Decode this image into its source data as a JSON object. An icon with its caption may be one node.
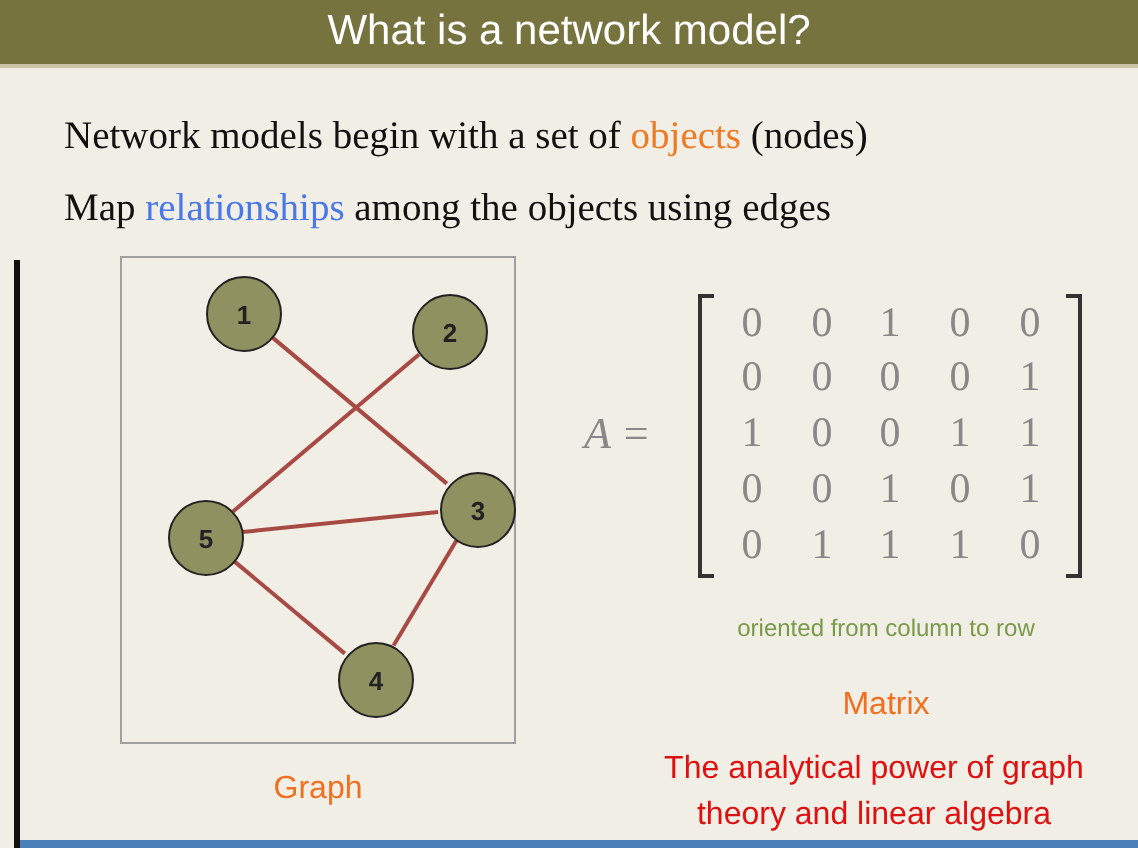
{
  "diagram": {
    "title": "What is a network model?",
    "nodes": [
      {
        "text": [],
        "shape": "box",
        "beside": [
          "Graph"
        ]
      },
      {
        "text": [
          "1"
        ],
        "in": 0
      },
      {
        "text": [
          "2"
        ],
        "in": 0
      },
      {
        "text": [
          "3"
        ],
        "in": 0
      },
      {
        "text": [
          "4"
        ],
        "in": 0
      },
      {
        "text": [
          "5"
        ],
        "in": 0
      }
    ],
    "edges": [
      {
        "from": 1,
        "to": 3,
        "arrow": "none"
      },
      {
        "from": 2,
        "to": 5,
        "arrow": "none"
      },
      {
        "from": 5,
        "to": 3,
        "arrow": "none"
      },
      {
        "from": 5,
        "to": 4,
        "arrow": "none"
      },
      {
        "from": 4,
        "to": 3,
        "arrow": "none"
      }
    ],
    "labels": [
      "Network models begin with a set of objects (nodes)",
      "Map relationships among the objects using edges",
      "A =",
      "0",
      "0",
      "1",
      "0",
      "0",
      "0",
      "0",
      "0",
      "0",
      "1",
      "1",
      "0",
      "0",
      "1",
      "1",
      "0",
      "0",
      "1",
      "0",
      "1",
      "0",
      "1",
      "1",
      "1",
      "0",
      "oriented from column to row",
      "Matrix",
      "The analytical power of graph theory and linear algebra"
    ]
  }
}
